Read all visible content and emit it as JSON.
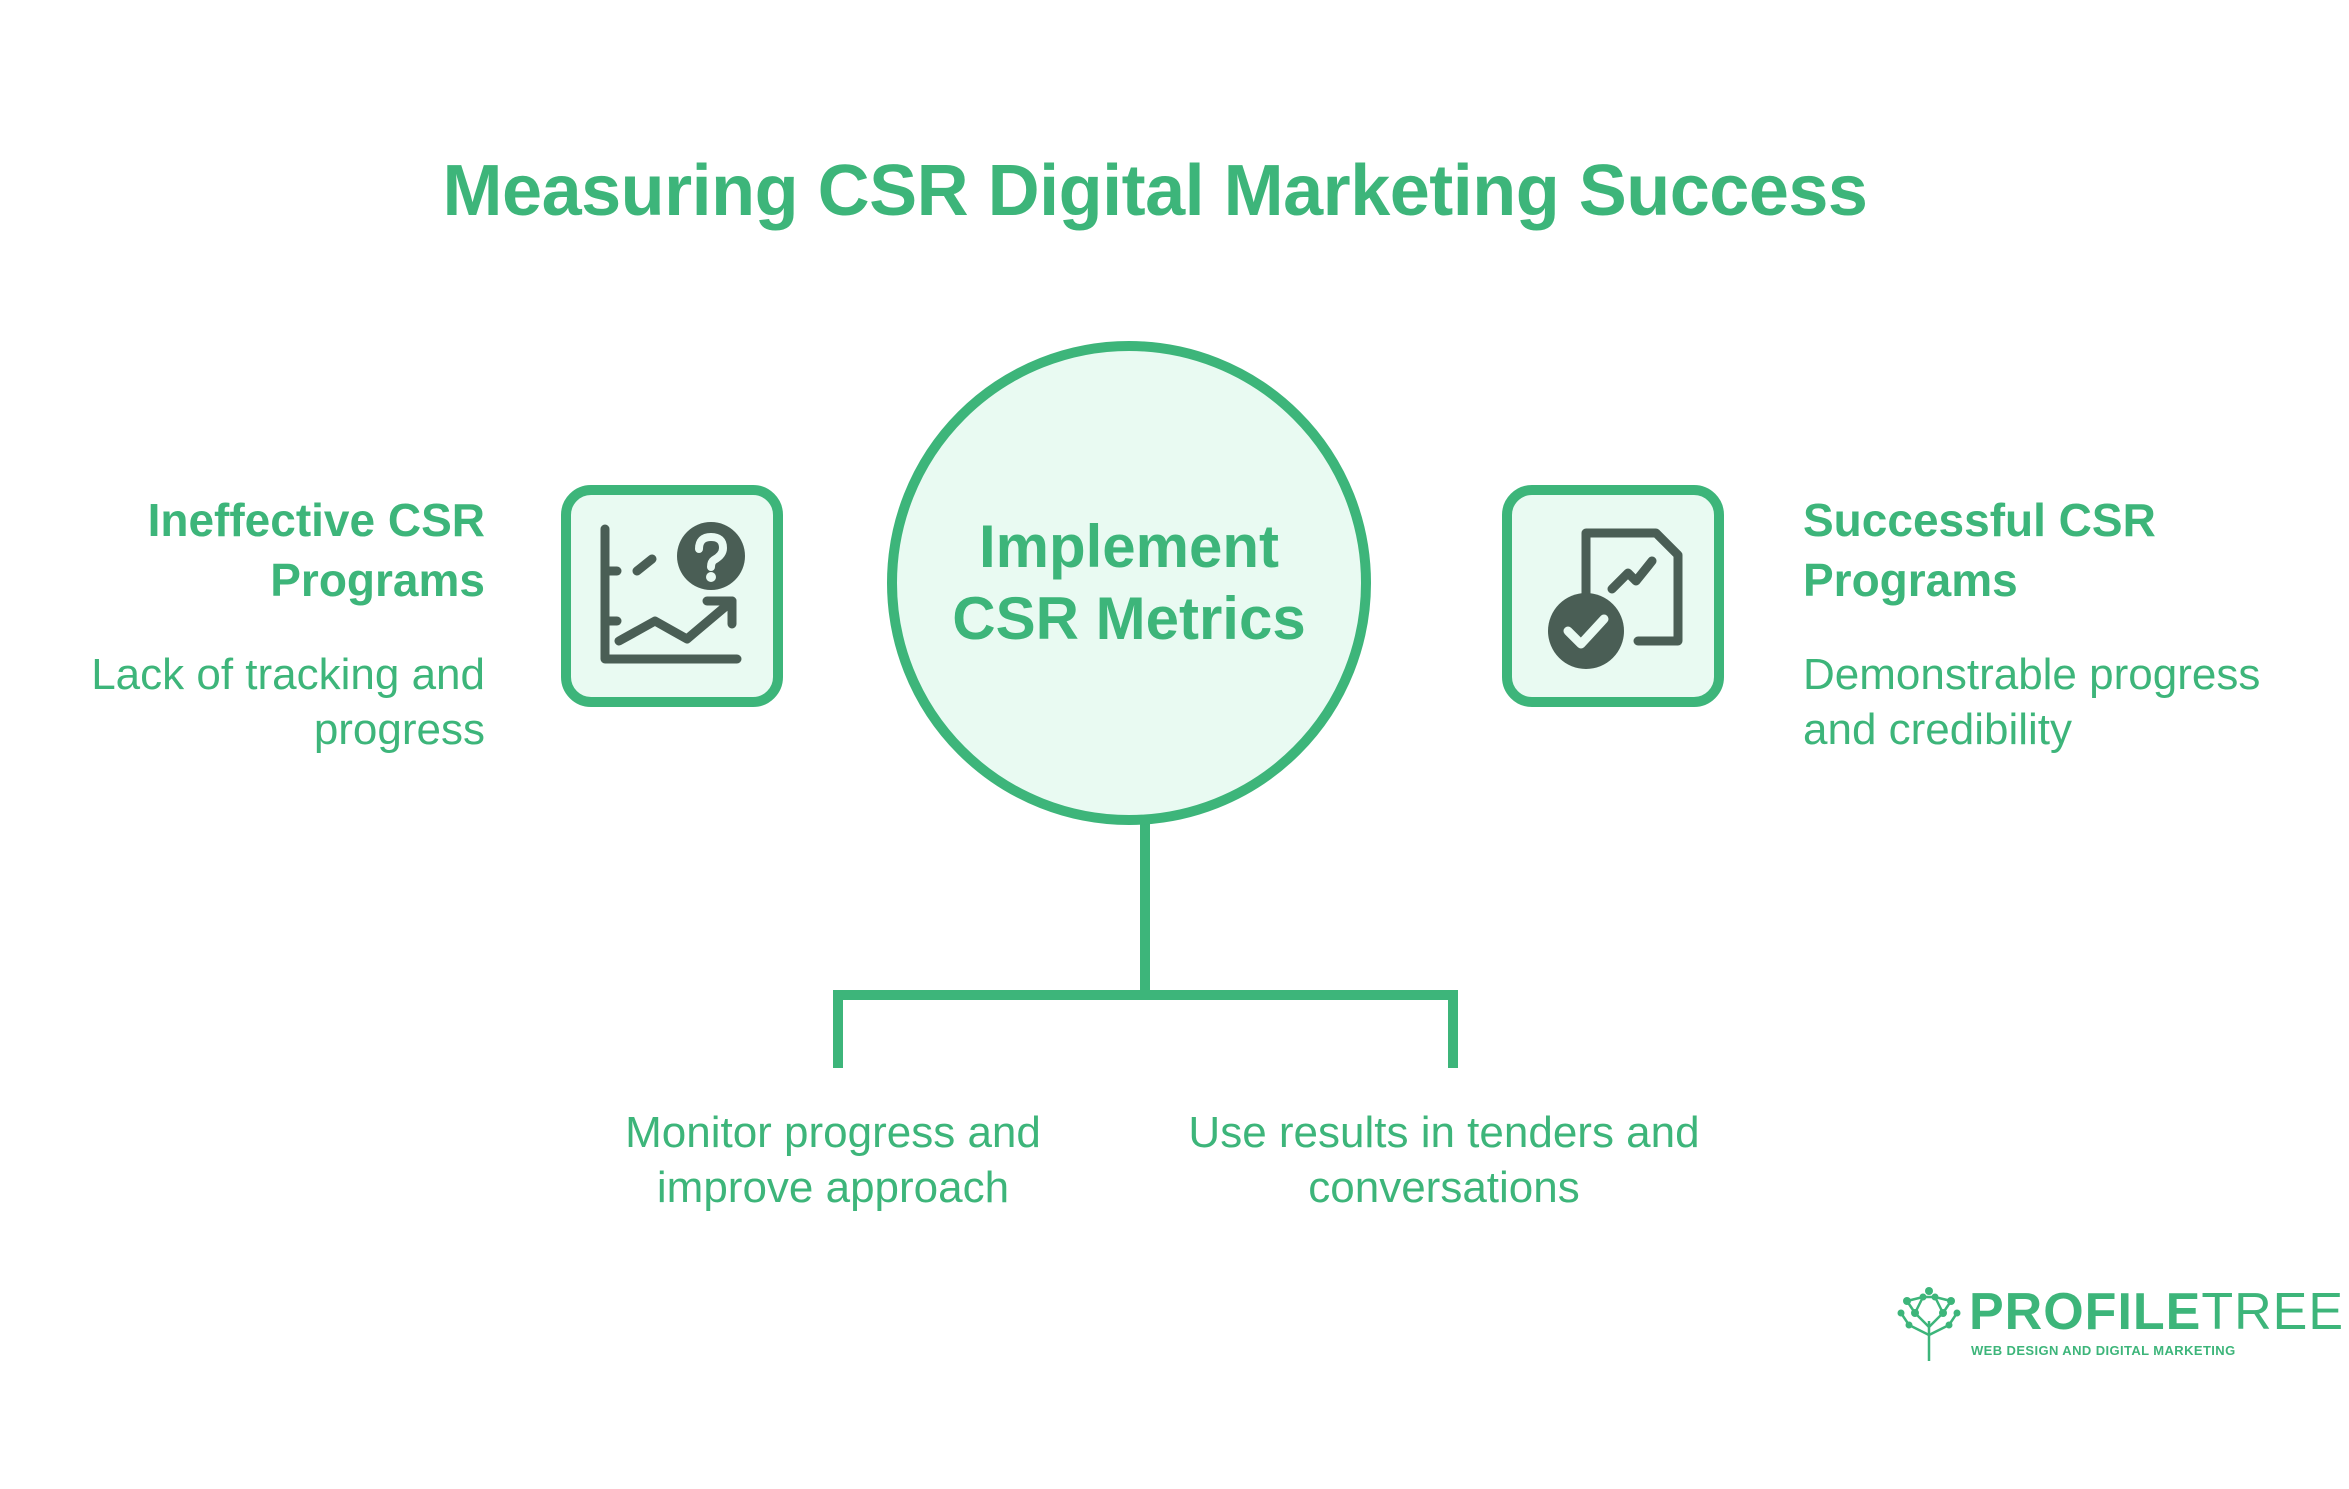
{
  "title": "Measuring CSR Digital Marketing Success",
  "center": {
    "label": "Implement CSR Metrics"
  },
  "left": {
    "heading": "Ineffective CSR Programs",
    "description": "Lack of tracking and progress",
    "icon": "chart-question-icon"
  },
  "right": {
    "heading": "Successful CSR Programs",
    "description": "Demonstrable progress and credibility",
    "icon": "document-check-icon"
  },
  "branches": [
    {
      "text": "Monitor progress and improve approach"
    },
    {
      "text": "Use results in tenders and conversations"
    }
  ],
  "logo": {
    "word_bold": "PROFILE",
    "word_thin": "TREE",
    "tagline": "WEB DESIGN AND DIGITAL MARKETING",
    "icon": "tree-network-icon"
  },
  "colors": {
    "accent": "#3db57a",
    "fill": "#e9faf2",
    "icon": "#4a5e55",
    "background": "#ffffff"
  }
}
